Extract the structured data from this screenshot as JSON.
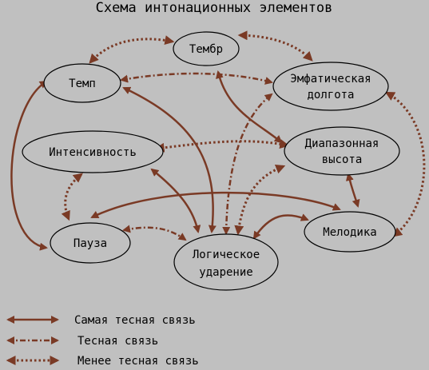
{
  "title": "Схема интонационных элементов",
  "colors": {
    "background": "#c0c0c0",
    "link": "#7a3a25",
    "node_outline": "#000000",
    "text": "#000000"
  },
  "nodes": {
    "timbre": "Тембр",
    "tempo": "Темп",
    "emphatic_length": [
      "Эмфатическая",
      "долгота"
    ],
    "intensity": "Интенсивность",
    "pitch_range": [
      "Диапазонная",
      "высота"
    ],
    "pause": "Пауза",
    "melody": "Мелодика",
    "logical_stress": [
      "Логическое",
      "ударение"
    ]
  },
  "legend": [
    {
      "label": "Самая тесная связь",
      "style": "solid"
    },
    {
      "label": "Тесная связь",
      "style": "dash-dot"
    },
    {
      "label": "Менее тесная связь",
      "style": "dotted"
    }
  ]
}
